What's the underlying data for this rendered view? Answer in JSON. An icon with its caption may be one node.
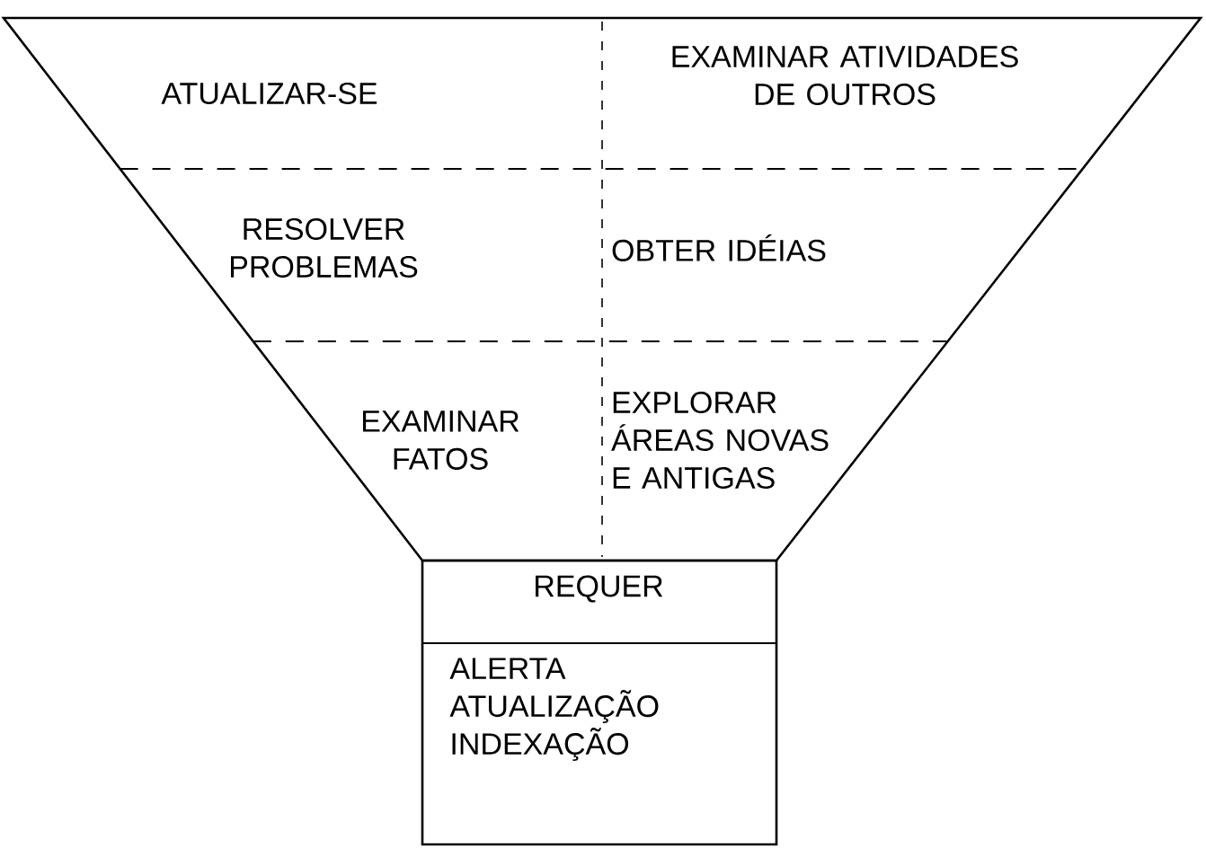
{
  "diagram": {
    "nodes": [
      {
        "text": [
          "ATUALIZAR-SE"
        ]
      },
      {
        "text": [
          "EXAMINAR ATIVIDADES DE OUTROS"
        ]
      },
      {
        "text": [
          "RESOLVER PROBLEMAS"
        ]
      },
      {
        "text": [
          "OBTER IDÉIAS"
        ]
      },
      {
        "text": [
          "EXAMINAR FATOS"
        ]
      },
      {
        "text": [
          "EXPLORAR ÁREAS NOVAS E ANTIGAS"
        ]
      },
      {
        "text": [
          "REQUER",
          "ALERTA ATUALIZAÇÃO INDEXAÇÃO"
        ]
      }
    ]
  }
}
